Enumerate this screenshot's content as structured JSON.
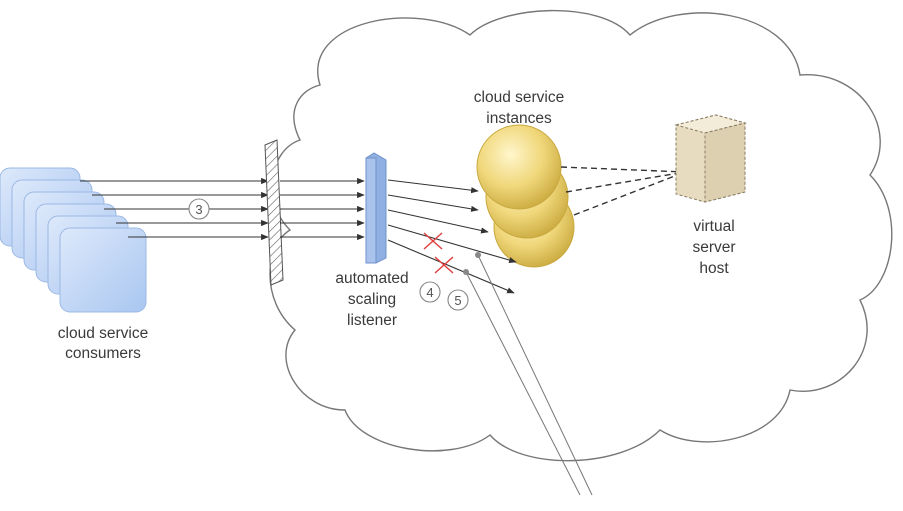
{
  "labels": {
    "consumers": [
      "cloud service",
      "consumers"
    ],
    "instances": [
      "cloud service",
      "instances"
    ],
    "listener": [
      "automated",
      "scaling",
      "listener"
    ],
    "host": [
      "virtual",
      "server",
      "host"
    ]
  },
  "steps": [
    "3",
    "4",
    "5"
  ],
  "colors": {
    "consumer": "#bcd4f4",
    "listener": "#8fb0e0",
    "instance": "#f0d77a",
    "host": "#e8dcc0",
    "reject": "#e04040",
    "line": "#333333"
  }
}
